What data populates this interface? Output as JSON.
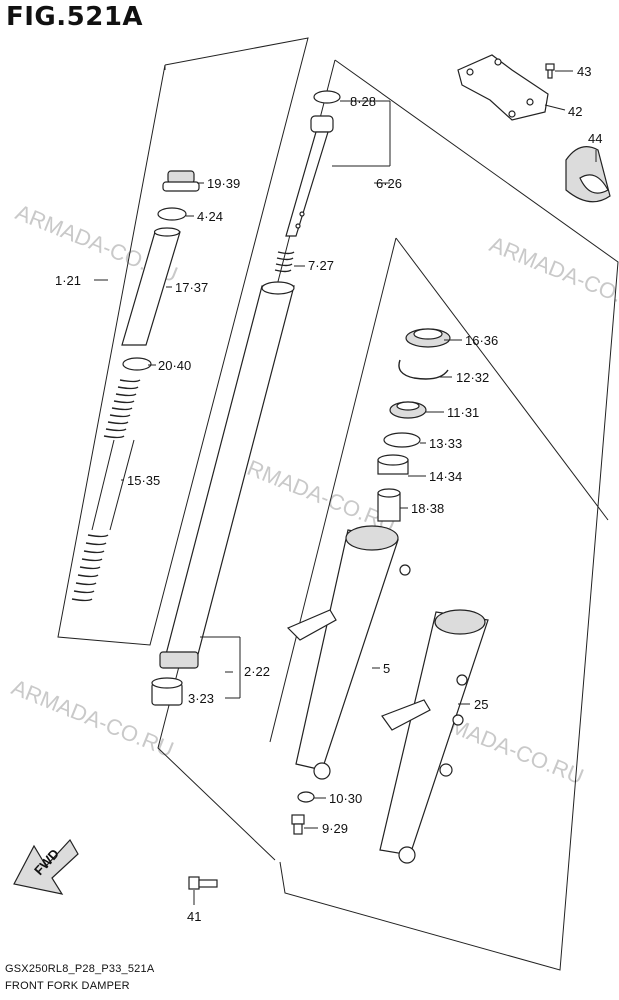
{
  "figure": {
    "title": "FIG.521A",
    "model_code": "GSX250RL8_P28_P33_521A",
    "section_name": "FRONT FORK DAMPER",
    "watermark": "ARMADA-CO.RU",
    "fwd_label": "FWD"
  },
  "callouts": [
    {
      "id": "43",
      "label": "43"
    },
    {
      "id": "42",
      "label": "42"
    },
    {
      "id": "44",
      "label": "44"
    },
    {
      "id": "8-28",
      "label": "8·28"
    },
    {
      "id": "19-39",
      "label": "19·39"
    },
    {
      "id": "6-26",
      "label": "6·26"
    },
    {
      "id": "4-24",
      "label": "4·24"
    },
    {
      "id": "7-27",
      "label": "7·27"
    },
    {
      "id": "1-21",
      "label": "1·21"
    },
    {
      "id": "17-37",
      "label": "17·37"
    },
    {
      "id": "16-36",
      "label": "16·36"
    },
    {
      "id": "12-32",
      "label": "12·32"
    },
    {
      "id": "20-40",
      "label": "20·40"
    },
    {
      "id": "11-31",
      "label": "11·31"
    },
    {
      "id": "13-33",
      "label": "13·33"
    },
    {
      "id": "14-34",
      "label": "14·34"
    },
    {
      "id": "15-35",
      "label": "15·35"
    },
    {
      "id": "18-38",
      "label": "18·38"
    },
    {
      "id": "5",
      "label": "5"
    },
    {
      "id": "2-22",
      "label": "2·22"
    },
    {
      "id": "3-23",
      "label": "3·23"
    },
    {
      "id": "25",
      "label": "25"
    },
    {
      "id": "10-30",
      "label": "10·30"
    },
    {
      "id": "9-29",
      "label": "9·29"
    },
    {
      "id": "41",
      "label": "41"
    }
  ]
}
